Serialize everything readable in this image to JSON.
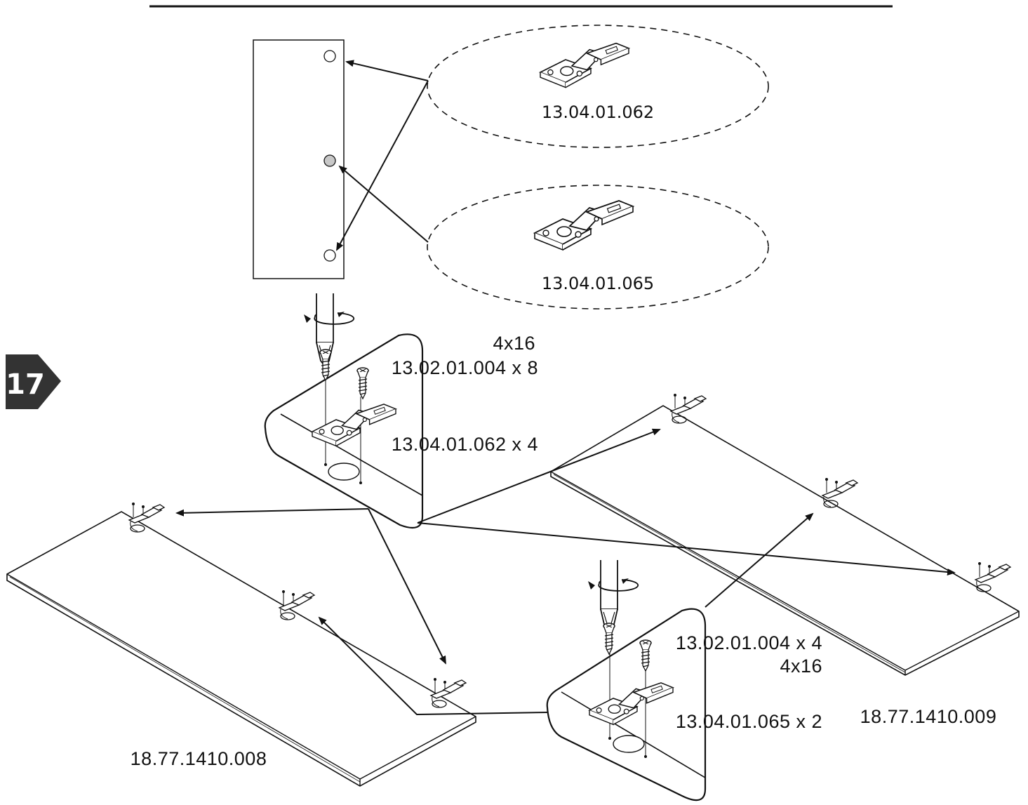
{
  "step": {
    "number": "17",
    "badge_color": "#333333"
  },
  "callouts": {
    "hinge_a_code": "13.04.01.062",
    "hinge_b_code": "13.04.01.065",
    "hinge_b_fill": "#e6e6e6"
  },
  "detail_upper": {
    "screw_size": "4x16",
    "screw_code_qty": "13.02.01.004 x 8",
    "hinge_code_qty": "13.04.01.062 x 4"
  },
  "detail_lower": {
    "screw_code_qty": "13.02.01.004 x 4",
    "screw_size": "4x16",
    "hinge_code_qty": "13.04.01.065 x 2"
  },
  "panels": {
    "left_code": "18.77.1410.008",
    "right_code": "18.77.1410.009"
  },
  "icons": [
    "screwdriver-icon",
    "screw-icon",
    "hinge-icon",
    "rotation-arrow-icon"
  ]
}
